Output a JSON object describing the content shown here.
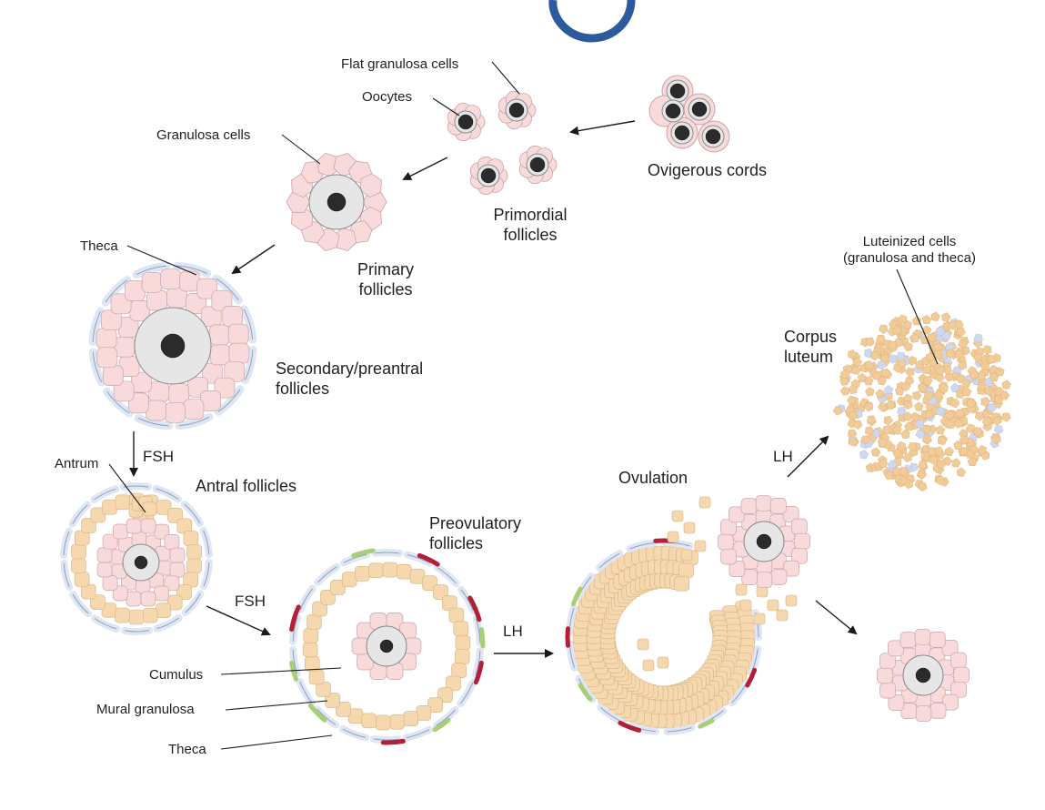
{
  "colors": {
    "granulosa_pink": "#f8dadb",
    "granulosa_pink_stroke": "#c9a6a8",
    "cumulus_tan": "#f6d8ae",
    "cumulus_tan_stroke": "#d6b183",
    "theca_blue": "#dfe6f3",
    "theca_blue_stroke": "#8ea0c0",
    "oocyte_gray": "#e6e6e6",
    "nucleus": "#2b2b2b",
    "red_cap": "#b31f36",
    "green_cap": "#a8cf74",
    "luteal_blue": "#cfd8ee",
    "title_blue": "#2d5a9e"
  },
  "labels": {
    "flat_granulosa": "Flat granulosa cells",
    "oocytes": "Oocytes",
    "granulosa_cells": "Granulosa cells",
    "ovigerous_cords": "Ovigerous cords",
    "primordial_line1": "Primordial",
    "primordial_line2": "follicles",
    "theca_top": "Theca",
    "primary_line1": "Primary",
    "primary_line2": "follicles",
    "secondary_line1": "Secondary/preantral",
    "secondary_line2": "follicles",
    "fsh_1": "FSH",
    "antrum": "Antrum",
    "antral_follicles": "Antral follicles",
    "fsh_2": "FSH",
    "preovulatory_line1": "Preovulatory",
    "preovulatory_line2": "follicles",
    "lh_1": "LH",
    "ovulation": "Ovulation",
    "lh_2": "LH",
    "luteinized_line1": "Luteinized cells",
    "luteinized_line2": "(granulosa and theca)",
    "corpus_line1": "Corpus",
    "corpus_line2": "luteum",
    "cumulus": "Cumulus",
    "mural_granulosa": "Mural granulosa",
    "theca_bottom": "Theca"
  }
}
